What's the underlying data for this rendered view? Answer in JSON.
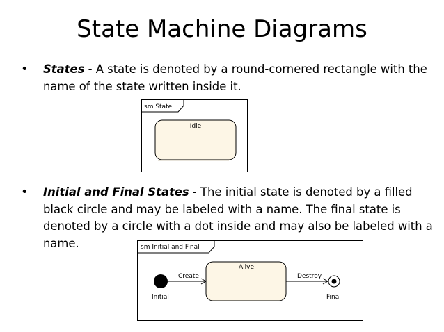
{
  "slide": {
    "title": "State Machine Diagrams",
    "bullets": [
      {
        "keyword": "States",
        "text": " - A state is denoted by a round-cornered rectangle with the name of the state written inside it."
      },
      {
        "keyword": "Initial and Final States",
        "text": " - The initial state is denoted by a filled black circle and may be labeled with a name. The final state is denoted by a circle with a dot inside and may also be labeled with a name."
      }
    ]
  },
  "diagram1": {
    "frame_label": "sm State",
    "state_name": "Idle"
  },
  "diagram2": {
    "frame_label": "sm Initial and Final",
    "state_name": "Alive",
    "initial_label": "Initial",
    "final_label": "Final",
    "create_label": "Create",
    "destroy_label": "Destroy"
  },
  "colors": {
    "state_fill": "#fdf6e6",
    "line": "#000000"
  }
}
